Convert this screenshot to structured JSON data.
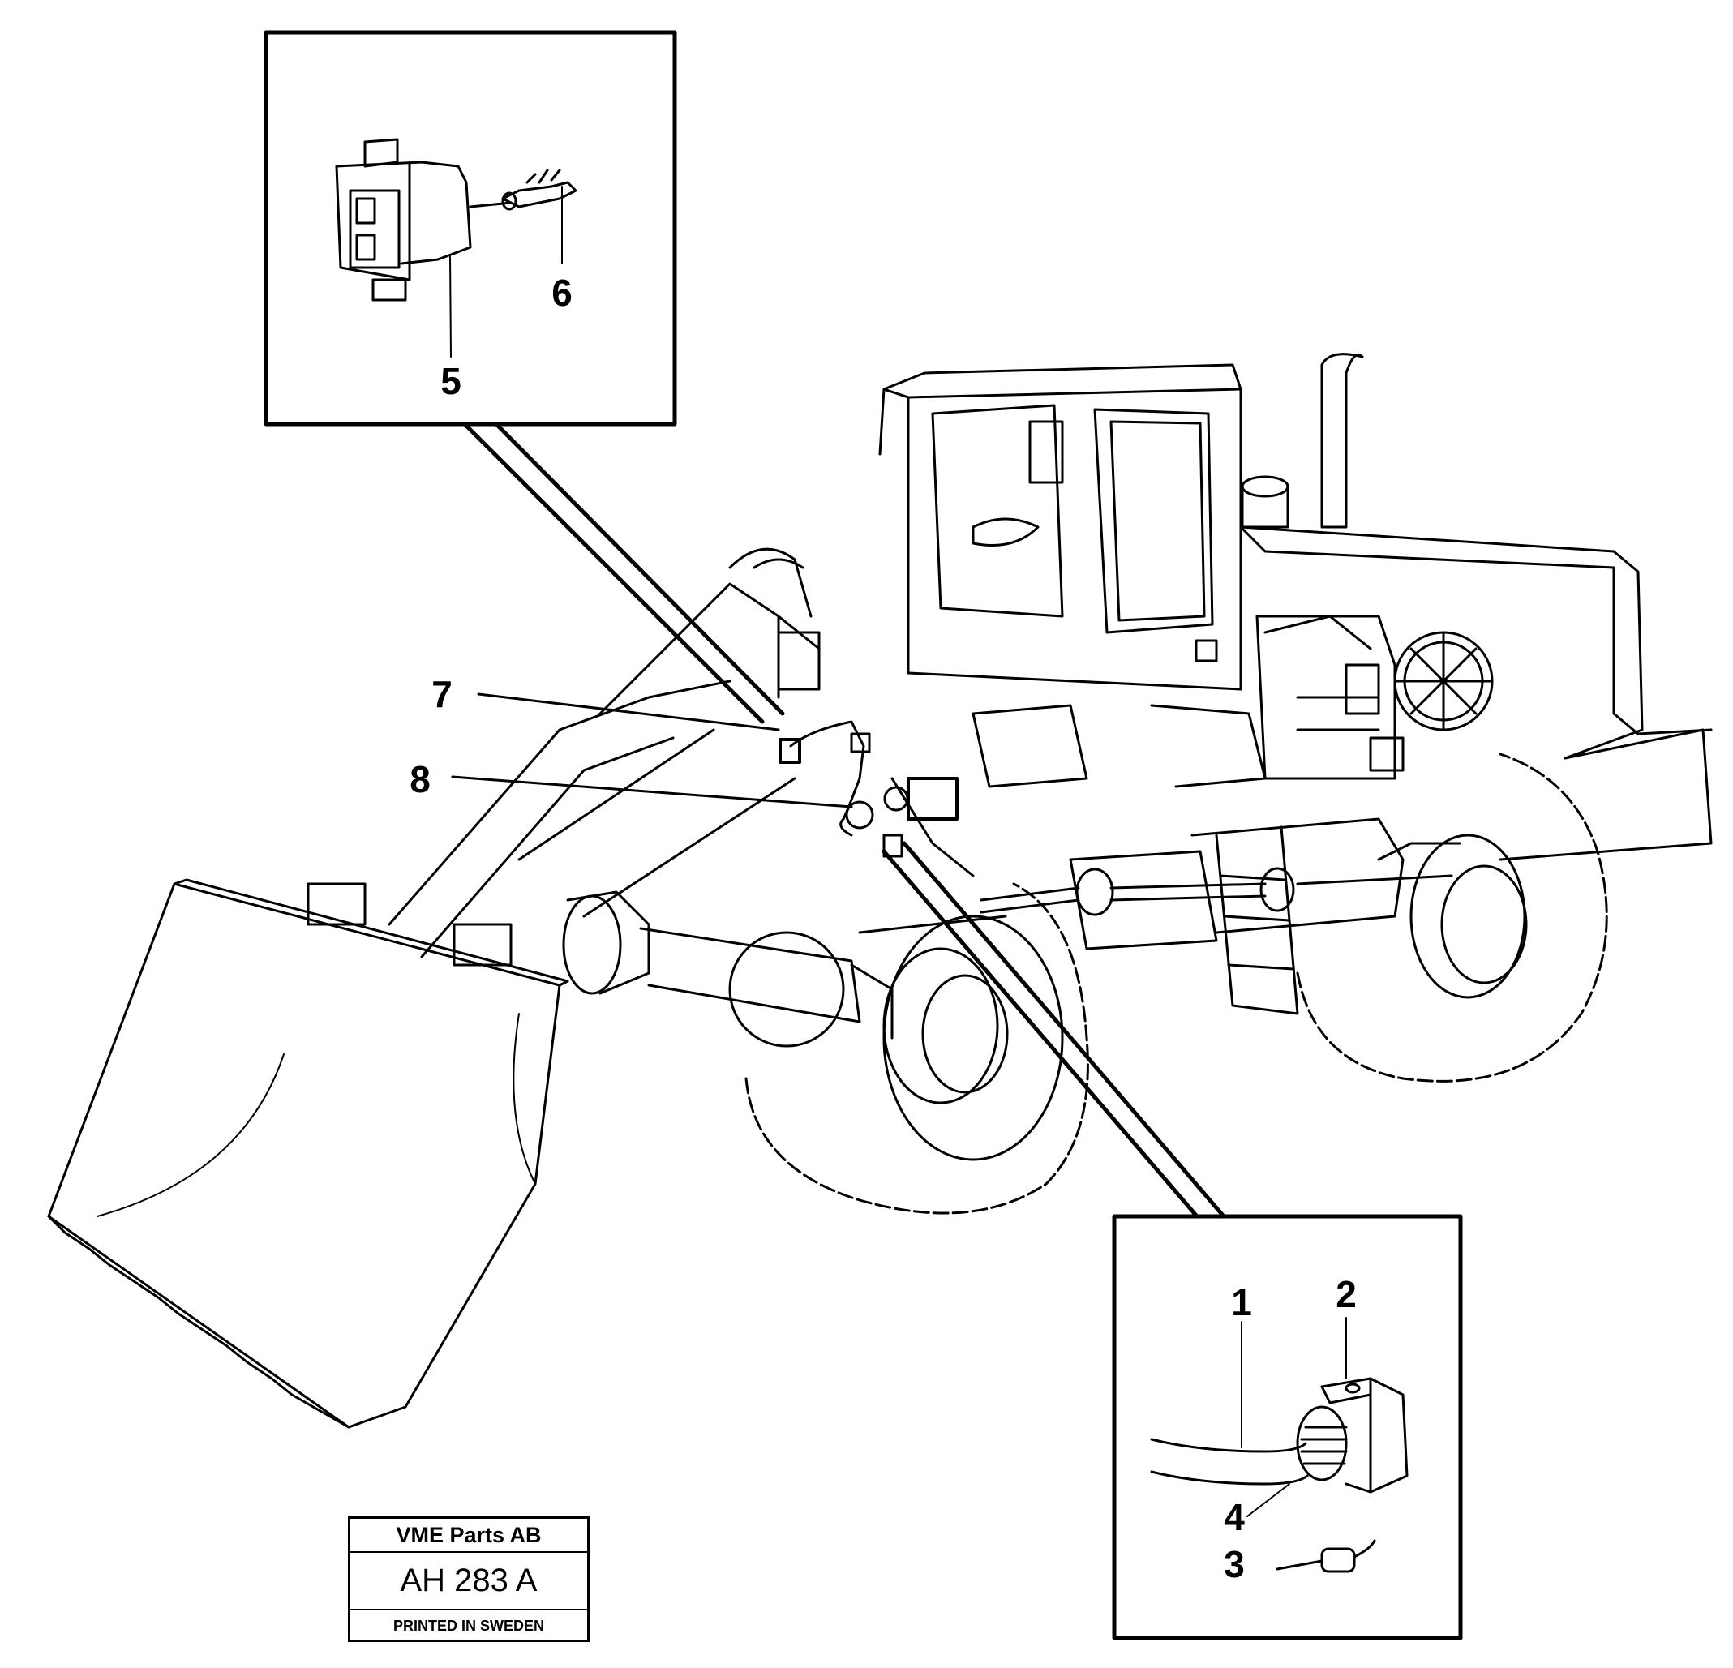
{
  "callouts": {
    "c1": "1",
    "c2": "2",
    "c3": "3",
    "c4": "4",
    "c5": "5",
    "c6": "6",
    "c7": "7",
    "c8": "8"
  },
  "title_block": {
    "company": "VME Parts AB",
    "code": "AH 283  A",
    "printed": "PRINTED IN SWEDEN"
  }
}
